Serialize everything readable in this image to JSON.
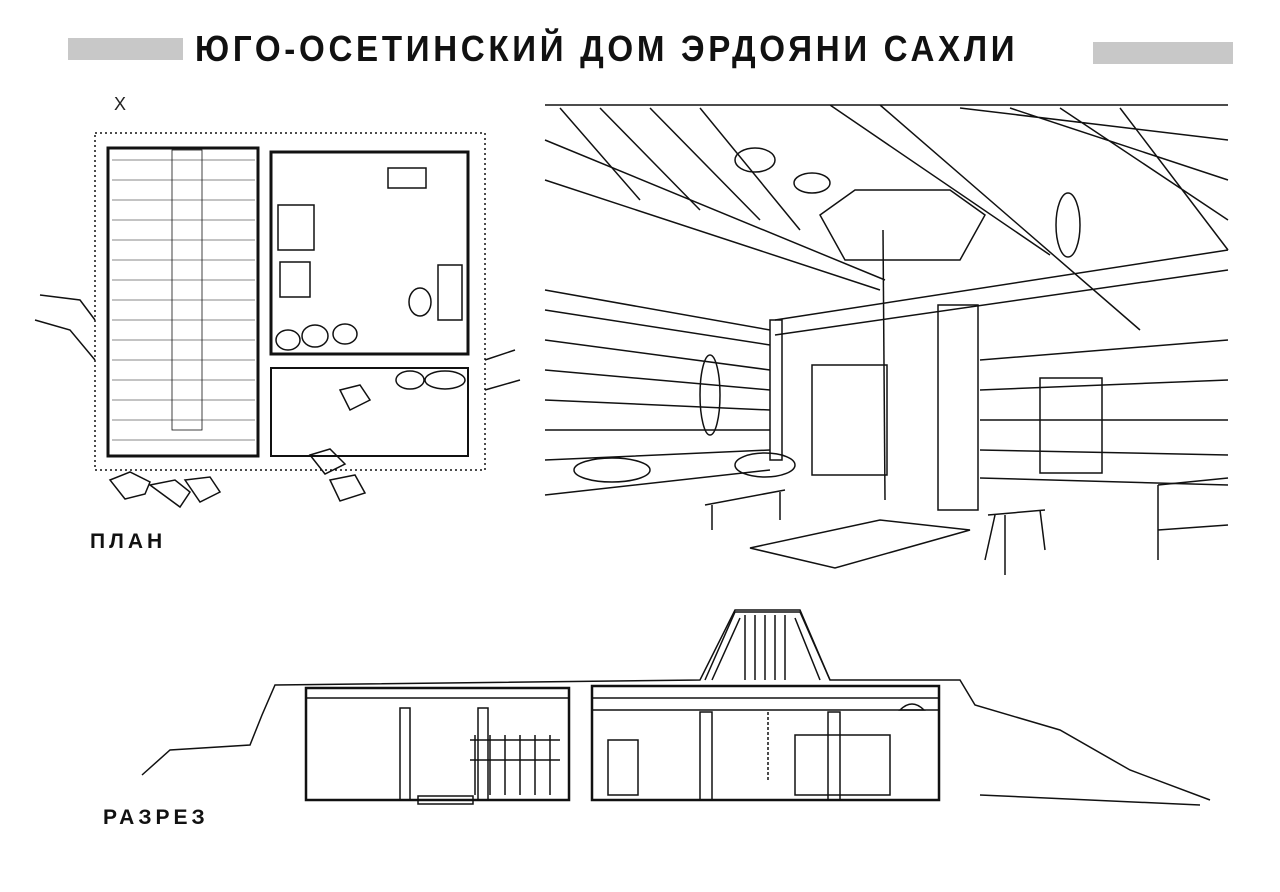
{
  "title": "ЮГО-ОСЕТИНСКИЙ ДОМ ЭРДОЯНИ САХЛИ",
  "plan_label": "ПЛАН",
  "section_label": "РАЗРЕЗ",
  "north_mark": "X"
}
